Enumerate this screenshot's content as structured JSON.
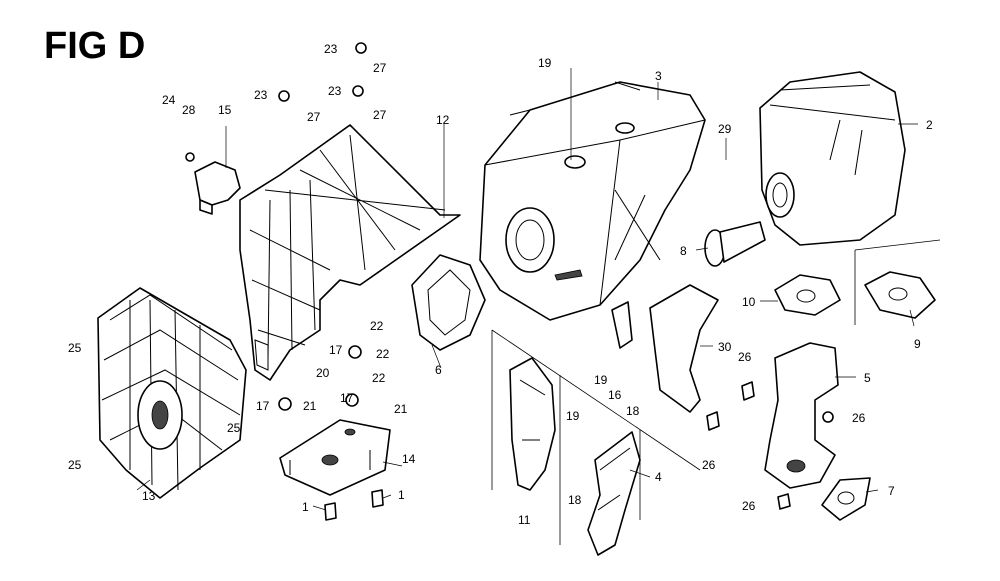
{
  "title": "FIG D",
  "callouts": {
    "c1a": "1",
    "c1b": "1",
    "c2": "2",
    "c3": "3",
    "c4": "4",
    "c5": "5",
    "c6": "6",
    "c7": "7",
    "c8": "8",
    "c9": "9",
    "c10": "10",
    "c11": "11",
    "c12": "12",
    "c13": "13",
    "c14": "14",
    "c15": "15",
    "c16": "16",
    "c17a": "17",
    "c17b": "17",
    "c17c": "17",
    "c18a": "18",
    "c18b": "18",
    "c19a": "19",
    "c19b": "19",
    "c19c": "19",
    "c20": "20",
    "c21a": "21",
    "c21b": "21",
    "c22a": "22",
    "c22b": "22",
    "c22c": "22",
    "c23a": "23",
    "c23b": "23",
    "c23c": "23",
    "c24": "24",
    "c25a": "25",
    "c25b": "25",
    "c25c": "25",
    "c26a": "26",
    "c26b": "26",
    "c26c": "26",
    "c26d": "26",
    "c27a": "27",
    "c27b": "27",
    "c27c": "27",
    "c28": "28",
    "c29": "29",
    "c30": "30"
  }
}
